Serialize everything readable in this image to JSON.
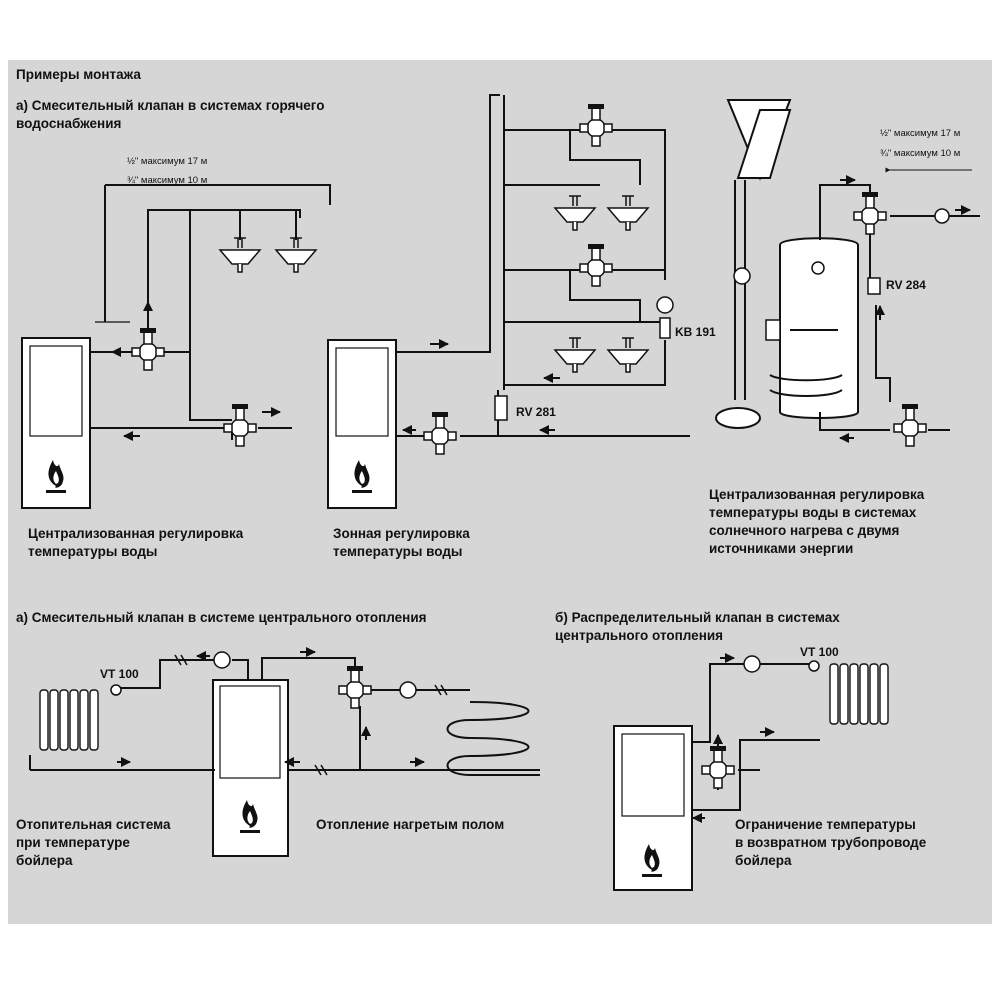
{
  "heading": "Примеры монтажа",
  "sections": {
    "a1_title": "а) Смесительный клапан в системах горячего\nводоснабжения",
    "a2_title": "а) Смесительный клапан в системе центрального отопления",
    "b_title": "б) Распределительный клапан в системах\nцентрального отопления"
  },
  "captions": {
    "c1": "Централизованная регулировка\nтемпературы воды",
    "c2": "Зонная регулировка\nтемпературы воды",
    "c3": "Централизованная регулировка\nтемпературы воды в системах\nсолнечного нагрева с двумя\nисточниками энергии",
    "c4": "Отопительная система\nпри температуре\nбойлера",
    "c5": "Отопление нагретым полом",
    "c6": "Ограничение температуры\nв возвратном трубопроводе\nбойлера"
  },
  "labels": {
    "rv281": "RV 281",
    "kb191": "KB 191",
    "rv284": "RV 284",
    "vt100_left": "VT 100",
    "vt100_right": "VT 100"
  },
  "pipe_notes": {
    "half_left": "½\" максимум 17 м",
    "threeq_left": "¾\" максимум 10 м",
    "half_right": "½\" максимум 17 м",
    "threeq_right": "¾\" максимум 10 м"
  },
  "colors": {
    "panel": "#d6d6d6",
    "ink": "#111111",
    "box": "#ffffff"
  }
}
